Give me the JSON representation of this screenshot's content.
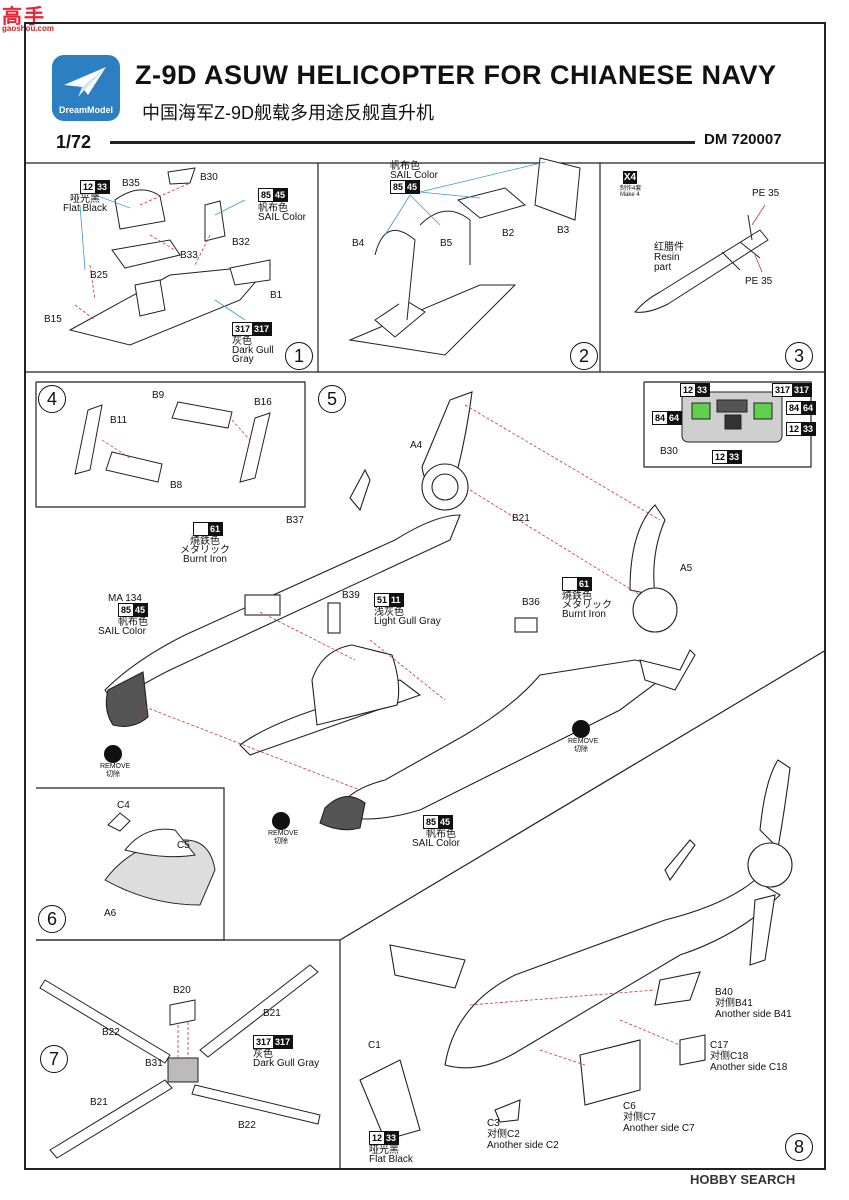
{
  "watermark": {
    "chars": "高手",
    "url": "gaoshou.com"
  },
  "brand": {
    "logo_text": "DreamModel"
  },
  "header": {
    "title": "Z-9D ASUW HELICOPTER FOR CHIANESE NAVY",
    "subtitle": "中国海军Z-9D舰载多用途反舰直升机",
    "scale": "1/72",
    "code": "DM 720007"
  },
  "steps": [
    "1",
    "2",
    "3",
    "4",
    "5",
    "6",
    "7",
    "8"
  ],
  "step1": {
    "labels": {
      "b35": "B35",
      "b30": "B30",
      "b32": "B32",
      "b33": "B33",
      "b25": "B25",
      "b15": "B15",
      "b1": "B1"
    },
    "flat_black": {
      "zh": "哑光黑",
      "en": "Flat Black",
      "code_a": "12",
      "code_b": "33"
    },
    "sail": {
      "zh": "帆布色",
      "en": "SAIL Color",
      "code_a": "85",
      "code_b": "45"
    },
    "gull": {
      "zh": "灰色",
      "en1": "Dark Gull",
      "en2": "Gray",
      "code_a": "317",
      "code_b": "317"
    }
  },
  "step2": {
    "sail": {
      "zh": "帆布色",
      "en": "SAIL Color",
      "code_a": "85",
      "code_b": "45"
    },
    "labels": {
      "b4": "B4",
      "b5": "B5",
      "b2": "B2",
      "b3": "B3"
    }
  },
  "step3": {
    "x4": "X4",
    "make": "制作4套",
    "make_en": "Make 4",
    "pe_top": "PE 35",
    "pe_bottom": "PE 35",
    "resin_zh": "红腊件",
    "resin_en1": "Resin",
    "resin_en2": "part"
  },
  "step4": {
    "labels": {
      "b9": "B9",
      "b11": "B11",
      "b16": "B16",
      "b8": "B8"
    }
  },
  "panel": {
    "label": "B30",
    "c1a": "12",
    "c1b": "33",
    "c2a": "317",
    "c2b": "317",
    "c3a": "84",
    "c3b": "64",
    "c4a": "84",
    "c4b": "64",
    "c5a": "12",
    "c5b": "33",
    "c6a": "12",
    "c6b": "33"
  },
  "step5": {
    "a4": "A4",
    "b21": "B21",
    "a5": "A5",
    "b37": "B37",
    "b39": "B39",
    "b36": "B36",
    "burnt1": {
      "code_a": "",
      "code_b": "61",
      "zh": "燒鉄色",
      "jp": "メタリック",
      "en": "Burnt Iron"
    },
    "burnt2": {
      "code_a": "",
      "code_b": "61",
      "zh": "燒鉄色",
      "jp": "メタリック",
      "en": "Burnt Iron"
    },
    "light_gull": {
      "code_a": "51",
      "code_b": "11",
      "zh": "浅灰色",
      "en": "Light Gull Gray"
    },
    "ma": {
      "name": "MA 134",
      "code_a": "85",
      "code_b": "45",
      "zh": "帆布色",
      "en": "SAIL Color"
    },
    "sail2": {
      "code_a": "85",
      "code_b": "45",
      "zh": "帆布色",
      "en": "SAIL Color"
    },
    "remove": {
      "en": "REMOVE",
      "zh": "切除"
    }
  },
  "step6": {
    "c4": "C4",
    "c5": "C5",
    "a6": "A6"
  },
  "step7": {
    "b20": "B20",
    "b21": "B21",
    "b22a": "B22",
    "b31": "B31",
    "b21b": "B21",
    "b22b": "B22",
    "gull": {
      "code_a": "317",
      "code_b": "317",
      "zh": "灰色",
      "en": "Dark Gull Gray"
    }
  },
  "step8": {
    "b40": "B40",
    "b40_zh": "对侧B41",
    "b40_en": "Another side B41",
    "c17": "C17",
    "c17_zh": "对侧C18",
    "c17_en": "Another side C18",
    "c6": "C6",
    "c6_zh": "对侧C7",
    "c6_en": "Another side C7",
    "c3": "C3",
    "c3_zh": "对侧C2",
    "c3_en": "Another side C2",
    "c1": "C1",
    "flat": {
      "code_a": "12",
      "code_b": "33",
      "zh": "哑光黑",
      "en": "Flat Black"
    }
  },
  "footer": {
    "text": "HOBBY SEARCH"
  }
}
